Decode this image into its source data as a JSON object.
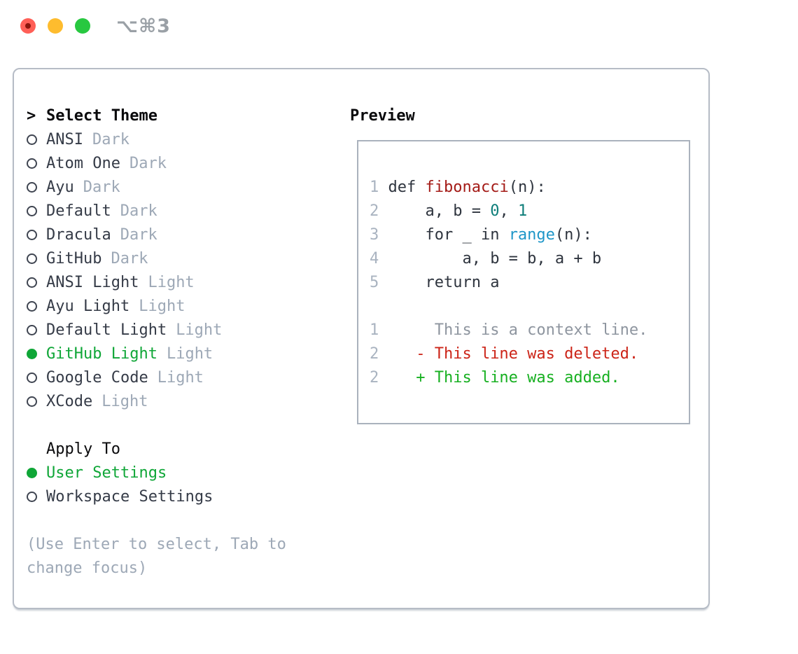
{
  "colors": {
    "accent-green": "#0fa637",
    "text-black": "#0a0a0c",
    "text-dark": "#353b47",
    "muted": "#9da8b6",
    "ring": "#3f4551",
    "panel-border": "#b6bcc6",
    "preview-border": "#aab2bd",
    "code-default": "#2e343e",
    "lineno": "#a9b3c0",
    "func-red": "#a41b17",
    "num-teal": "#0d7d79",
    "builtin-blue": "#1e96c8",
    "ctx-gray": "#8e959f",
    "del-red": "#cc2418",
    "add-green": "#17b021",
    "title-gray": "#9aa0a6",
    "light-red": "#ff5f57",
    "light-red-dot": "#8c150c",
    "light-yellow": "#febc2e",
    "light-green": "#28c840"
  },
  "window": {
    "title": "⌥⌘3"
  },
  "theme_panel": {
    "header_prefix": ">",
    "header": "Select Theme",
    "options": [
      {
        "name": "ANSI",
        "variant": "Dark",
        "selected": false
      },
      {
        "name": "Atom One",
        "variant": "Dark",
        "selected": false
      },
      {
        "name": "Ayu",
        "variant": "Dark",
        "selected": false
      },
      {
        "name": "Default",
        "variant": "Dark",
        "selected": false
      },
      {
        "name": "Dracula",
        "variant": "Dark",
        "selected": false
      },
      {
        "name": "GitHub",
        "variant": "Dark",
        "selected": false
      },
      {
        "name": "ANSI Light",
        "variant": "Light",
        "selected": false
      },
      {
        "name": "Ayu Light",
        "variant": "Light",
        "selected": false
      },
      {
        "name": "Default Light",
        "variant": "Light",
        "selected": false
      },
      {
        "name": "GitHub Light",
        "variant": "Light",
        "selected": true
      },
      {
        "name": "Google Code",
        "variant": "Light",
        "selected": false
      },
      {
        "name": "XCode",
        "variant": "Light",
        "selected": false
      }
    ],
    "apply_to": {
      "header": "Apply To",
      "options": [
        {
          "name": "User Settings",
          "selected": true
        },
        {
          "name": "Workspace Settings",
          "selected": false
        }
      ]
    },
    "hint_lines": [
      "(Use Enter to select, Tab to",
      "change focus)"
    ]
  },
  "preview": {
    "header": "Preview",
    "code_lines": [
      {
        "num": "1",
        "segments": [
          {
            "t": " def ",
            "c": "code"
          },
          {
            "t": "fibonacci",
            "c": "func"
          },
          {
            "t": "(n):",
            "c": "code"
          }
        ]
      },
      {
        "num": "2",
        "segments": [
          {
            "t": "     a, b = ",
            "c": "code"
          },
          {
            "t": "0",
            "c": "number"
          },
          {
            "t": ", ",
            "c": "code"
          },
          {
            "t": "1",
            "c": "number"
          }
        ]
      },
      {
        "num": "3",
        "segments": [
          {
            "t": "     for _ in ",
            "c": "code"
          },
          {
            "t": "range",
            "c": "builtin"
          },
          {
            "t": "(n):",
            "c": "code"
          }
        ]
      },
      {
        "num": "4",
        "segments": [
          {
            "t": "         a, b = b, a + b",
            "c": "code"
          }
        ]
      },
      {
        "num": "5",
        "segments": [
          {
            "t": "     return a",
            "c": "code"
          }
        ]
      },
      {
        "num": "",
        "segments": []
      },
      {
        "num": "1",
        "segments": [
          {
            "t": "      This is a context line.",
            "c": "context"
          }
        ]
      },
      {
        "num": "2",
        "segments": [
          {
            "t": "    - This line was deleted.",
            "c": "deleted"
          }
        ]
      },
      {
        "num": "2",
        "segments": [
          {
            "t": "    + This line was added.",
            "c": "added"
          }
        ]
      }
    ]
  }
}
